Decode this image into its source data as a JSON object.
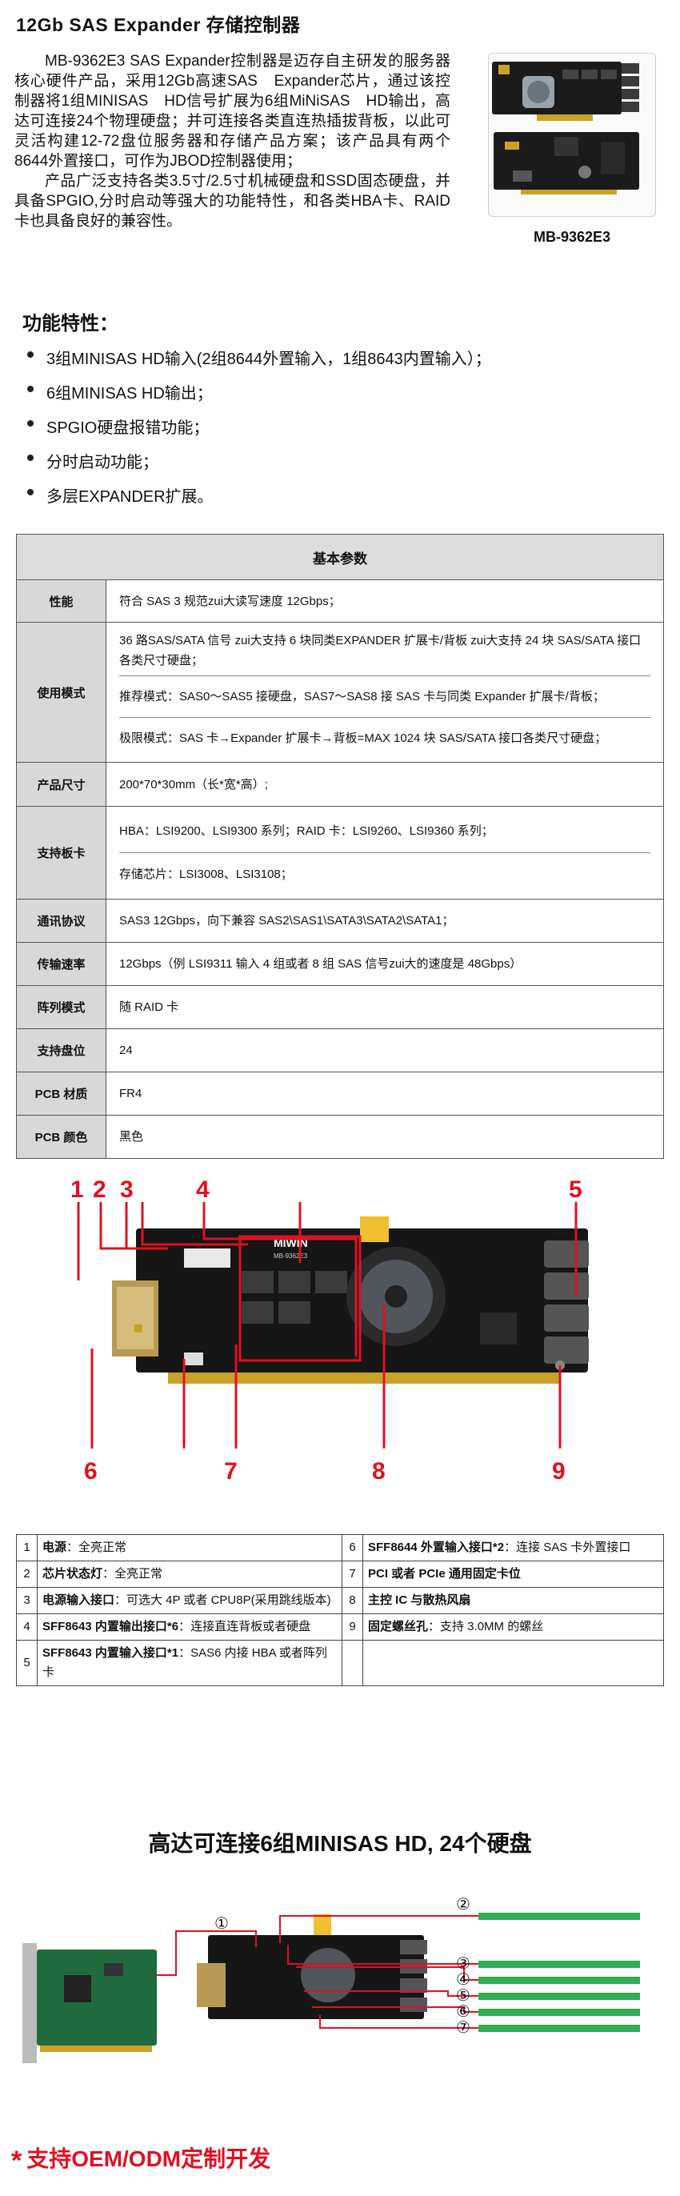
{
  "header": {
    "title": "12Gb SAS Expander 存储控制器"
  },
  "intro": {
    "p1": "MB-9362E3 SAS Expander控制器是迈存自主研发的服务器核心硬件产品，采用12Gb高速SAS　Expander芯片，通过该控制器将1组MINISAS　HD信号扩展为6组MiNiSAS　HD输出，高达可连接24个物理硬盘；并可连接各类直连热插拔背板，以此可灵活构建12-72盘位服务器和存储产品方案；该产品具有两个8644外置接口，可作为JBOD控制器使用；",
    "p2": "产品广泛支持各类3.5寸/2.5寸机械硬盘和SSD固态硬盘，并具备SPGIO,分时启动等强大的功能特性，和各类HBA卡、RAID卡也具备良好的兼容性。"
  },
  "product": {
    "caption": "MB-9362E3",
    "pcb_color": "#1b1b1b",
    "heatsink_color": "#9aa4ad"
  },
  "features": {
    "title": "功能特性：",
    "items": [
      "3组MINISAS HD输入(2组8644外置输入，1组8643内置输入）；",
      "6组MINISAS HD输出；",
      "SPGIO硬盘报错功能；",
      "分时启动功能；",
      "多层EXPANDER扩展。"
    ]
  },
  "params": {
    "title": "基本参数",
    "perf_label": "性能",
    "perf_value": "符合 SAS 3 规范zui大读写速度 12Gbps；",
    "usage_label": "使用模式",
    "usage_values": [
      "36 路SAS/SATA 信号 zui大支持 6 块同类EXPANDER 扩展卡/背板 zui大支持 24 块 SAS/SATA 接口各类尺寸硬盘；",
      "推荐模式：SAS0～SAS5 接硬盘，SAS7～SAS8 接 SAS 卡与同类 Expander 扩展卡/背板；",
      "极限模式：SAS 卡→Expander 扩展卡→背板=MAX 1024 块 SAS/SATA 接口各类尺寸硬盘；"
    ],
    "size_label": "产品尺寸",
    "size_value": "200*70*30mm（长*宽*高）;",
    "board_label": "支持板卡",
    "board_values": [
      "HBA：LSI9200、LSI9300 系列；RAID 卡：LSI9260、LSI9360 系列；",
      "存储芯片：LSI3008、LSI3108；"
    ],
    "protocol_label": "通讯协议",
    "protocol_value": "SAS3 12Gbps，向下兼容 SAS2\\SAS1\\SATA3\\SATA2\\SATA1；",
    "rate_label": "传输速率",
    "rate_value": "12Gbps（例 LSI9311 输入 4 组或者 8 组 SAS 信号zui大的速度是 48Gbps）",
    "raid_label": "阵列模式",
    "raid_value": "随 RAID 卡",
    "bays_label": "支持盘位",
    "bays_value": "24",
    "pcb_label": "PCB 材质",
    "pcb_value": "FR4",
    "color_label": "PCB 颜色",
    "color_value": "黑色"
  },
  "diagram": {
    "callout_color": "#e01020",
    "brand": "MIWIN",
    "model": "MB-9362E3",
    "callouts": [
      "1",
      "2",
      "3",
      "4",
      "5",
      "6",
      "7",
      "8",
      "9"
    ]
  },
  "legend": {
    "rows": [
      {
        "n1": "1",
        "bold1": "电源",
        "text1": "：全亮正常",
        "n2": "6",
        "bold2": "SFF8644 外置输入接口*2",
        "text2": "：连接 SAS 卡外置接口"
      },
      {
        "n1": "2",
        "bold1": "芯片状态灯",
        "text1": "：全亮正常",
        "n2": "7",
        "bold2": "PCI 或者 PCIe 通用固定卡位",
        "text2": ""
      },
      {
        "n1": "3",
        "bold1": "电源输入接口",
        "text1": "：可选大 4P 或者 CPU8P(采用跳线版本)",
        "n2": "8",
        "bold2": "主控 IC 与散热风扇",
        "text2": ""
      },
      {
        "n1": "4",
        "bold1": "SFF8643 内置输出接口*6",
        "text1": "：连接直连背板或者硬盘",
        "n2": "9",
        "bold2": "固定螺丝孔",
        "text2": "：支持 3.0MM 的螺丝"
      },
      {
        "n1": "5",
        "bold1": "SFF8643 内置输入接口*1",
        "text1": "：SAS6 内接 HBA 或者阵列卡",
        "n2": "",
        "bold2": "",
        "text2": ""
      }
    ]
  },
  "connect": {
    "title": "高达可连接6组MINISAS HD, 24个硬盘",
    "labels": [
      "①",
      "②",
      "③",
      "④",
      "⑤",
      "⑥",
      "⑦"
    ],
    "backplane_color": "#2fae58"
  },
  "oem": {
    "star": "*",
    "text": "支持OEM/ODM定制开发"
  }
}
